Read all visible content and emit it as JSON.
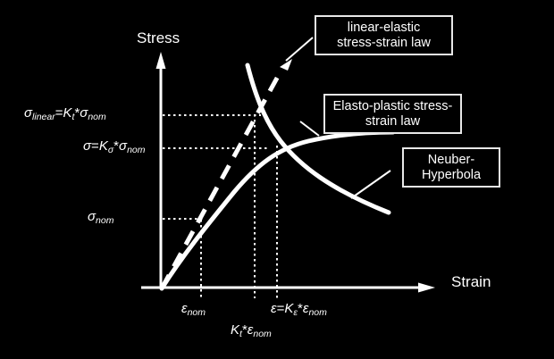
{
  "figure": {
    "background_color": "#000000",
    "ink_color": "#ffffff",
    "axes": {
      "y_axis_title": "Stress",
      "x_axis_title": "Strain",
      "origin_label": ""
    },
    "y_tick_labels": [
      {
        "id": "sigma-linear",
        "sigma": "σ",
        "sub1": "linear",
        "eq": "=",
        "k": "K",
        "ksub": "t",
        "star": "*",
        "sigma2": "σ",
        "sub2": "nom"
      },
      {
        "id": "sigma-local",
        "sigma": "σ",
        "sub1": "",
        "eq": "=",
        "k": "K",
        "ksub": "σ",
        "star": "*",
        "sigma2": "σ",
        "sub2": "nom"
      },
      {
        "id": "sigma-nom",
        "sigma": "σ",
        "sub1": "nom",
        "eq": "",
        "k": "",
        "ksub": "",
        "star": "",
        "sigma2": "",
        "sub2": ""
      }
    ],
    "x_tick_labels": [
      {
        "id": "eps-nom",
        "text_parts": {
          "eps": "ε",
          "sub": "nom"
        }
      },
      {
        "id": "kt-eps-nom",
        "text_parts": {
          "k": "K",
          "ksub": "t",
          "star": "*",
          "eps": "ε",
          "sub": "nom"
        }
      },
      {
        "id": "eps-local",
        "text_parts": {
          "eps": "ε",
          "eq": "=",
          "k": "K",
          "ksub": "ε",
          "star": "*",
          "eps2": "ε",
          "sub": "nom"
        }
      }
    ],
    "callouts": [
      {
        "id": "linear-elastic",
        "line1": "linear-elastic",
        "line2": "stress-strain law"
      },
      {
        "id": "elasto-plastic",
        "line1": "Elasto-plastic stress-",
        "line2": "strain law"
      },
      {
        "id": "neuber",
        "line1": "Neuber-",
        "line2": "Hyperbola"
      }
    ],
    "curves": [
      {
        "id": "linear-elastic-line",
        "style": "dashed",
        "label": "linear-elastic stress-strain law"
      },
      {
        "id": "elasto-plastic-curve",
        "style": "solid",
        "label": "Elasto-plastic stress-strain law"
      },
      {
        "id": "neuber-hyperbola",
        "style": "solid",
        "label": "Neuber-Hyperbola"
      }
    ]
  },
  "chart_data": {
    "type": "line",
    "title": "",
    "xlabel": "Strain",
    "ylabel": "Stress",
    "grid": "dotted-guides",
    "legend": "callout-boxes",
    "xlim": [
      0,
      1
    ],
    "ylim": [
      0,
      1
    ],
    "annotations": [
      "linear-elastic stress-strain law",
      "Elasto-plastic stress-strain law",
      "Neuber-Hyperbola"
    ],
    "guide_values": {
      "y": [
        "σ_nom",
        "σ=K_σ*σ_nom",
        "σ_linear=K_t*σ_nom"
      ],
      "x": [
        "ε_nom",
        "K_t*ε_nom",
        "ε=K_ε*ε_nom"
      ]
    },
    "series": [
      {
        "name": "linear-elastic stress-strain law",
        "style": "dashed",
        "points": [
          [
            0.0,
            0.0
          ],
          [
            0.24,
            0.29
          ],
          [
            0.48,
            0.6
          ],
          [
            0.62,
            0.76
          ],
          [
            0.74,
            0.92
          ]
        ]
      },
      {
        "name": "Elasto-plastic stress-strain law",
        "style": "solid",
        "points": [
          [
            0.0,
            0.0
          ],
          [
            0.18,
            0.25
          ],
          [
            0.33,
            0.42
          ],
          [
            0.48,
            0.54
          ],
          [
            0.62,
            0.62
          ],
          [
            0.8,
            0.67
          ],
          [
            1.0,
            0.7
          ]
        ]
      },
      {
        "name": "Neuber-Hyperbola",
        "style": "solid",
        "points": [
          [
            0.44,
            0.97
          ],
          [
            0.5,
            0.82
          ],
          [
            0.57,
            0.7
          ],
          [
            0.66,
            0.6
          ],
          [
            0.8,
            0.48
          ],
          [
            1.0,
            0.38
          ],
          [
            1.18,
            0.31
          ]
        ]
      }
    ],
    "intersections": [
      {
        "of": [
          "Elasto-plastic stress-strain law",
          "Neuber-Hyperbola"
        ],
        "x_label": "ε=K_ε*ε_nom",
        "y_label": "σ=K_σ*σ_nom"
      },
      {
        "of": [
          "linear-elastic stress-strain law",
          "Neuber-Hyperbola"
        ],
        "x_label": "K_t*ε_nom",
        "y_label": "σ_linear=K_t*σ_nom"
      }
    ]
  }
}
